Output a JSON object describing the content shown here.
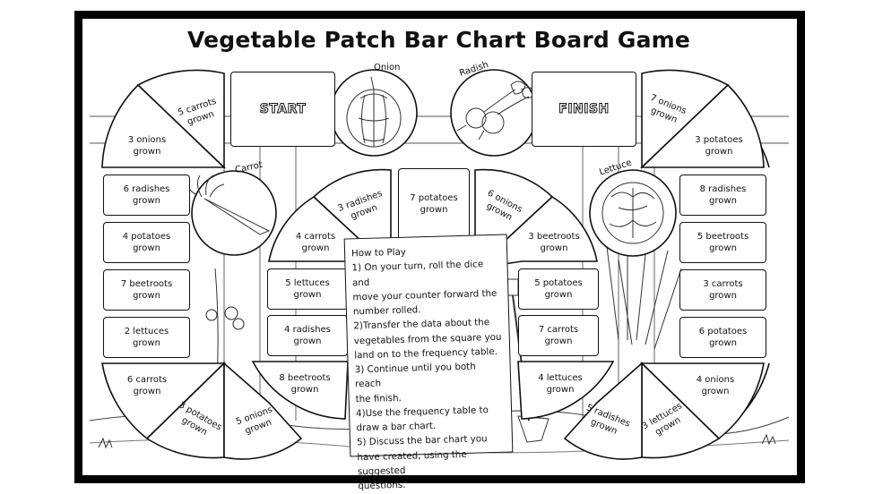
{
  "title": "Vegetable Patch Bar Chart Board Game",
  "start_label": "START",
  "finish_label": "FINISH",
  "vegetables": {
    "onion": "Onion",
    "radish": "Radish",
    "carrot": "Carrot",
    "lettuce": "Lettuce"
  },
  "squares": {
    "left_col": [
      "6 radishes\ngrown",
      "4 potatoes\ngrown",
      "7 beetroots\ngrown",
      "2 lettuces\ngrown"
    ],
    "right_col": [
      "8 radishes\ngrown",
      "5 beetroots\ngrown",
      "3 carrots\ngrown",
      "6 potatoes\ngrown"
    ],
    "inner_left": [
      "5 lettuces\ngrown",
      "4 radishes\ngrown"
    ],
    "inner_right": [
      "5 potatoes\ngrown",
      "7 carrots\ngrown"
    ],
    "center_top": "7 potatoes\ngrown"
  },
  "segments": {
    "top_left_a": "5 carrots\ngrown",
    "top_left_b": "3 onions\ngrown",
    "top_right_a": "7 onions\ngrown",
    "top_right_b": "3 potatoes\ngrown",
    "bottom_left_a": "6 carrots\ngrown",
    "bottom_left_b": "3 potatoes\ngrown",
    "bottom_left_c": "5 onions\ngrown",
    "bottom_right_a": "4 onions\ngrown",
    "bottom_right_b": "3 lettuces\ngrown",
    "bottom_right_c": "5 radishes\ngrown",
    "inner_top_left_a": "3 radishes\ngrown",
    "inner_top_left_b": "4 carrots\ngrown",
    "inner_top_right_a": "6 onions\ngrown",
    "inner_top_right_b": "3 beetroots\ngrown",
    "inner_bottom_left": "8 beetroots\ngrown",
    "inner_bottom_right": "4 lettuces\ngrown"
  },
  "how_to_play": {
    "heading": "How to Play",
    "lines": [
      "1) On your turn, roll the dice and",
      "move your counter forward the",
      "number rolled.",
      "2)Transfer the data about the",
      "vegetables from the square you",
      "land on to the frequency table.",
      "3) Continue until you both reach",
      "the finish.",
      "4)Use the frequency table to",
      "draw a bar chart.",
      "5) Discuss the bar chart you",
      "have created, using the suggested",
      "questions."
    ]
  }
}
